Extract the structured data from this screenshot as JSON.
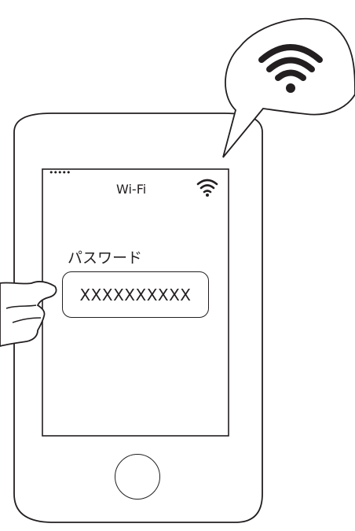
{
  "status_bar": {
    "signal_dots": "•••••",
    "title": "Wi-Fi",
    "wifi_icon": "wifi-icon"
  },
  "form": {
    "label": "パスワード",
    "value": "XXXXXXXXXX"
  },
  "bubble": {
    "icon": "wifi-icon"
  },
  "colors": {
    "stroke": "#231f20",
    "background": "#ffffff"
  }
}
